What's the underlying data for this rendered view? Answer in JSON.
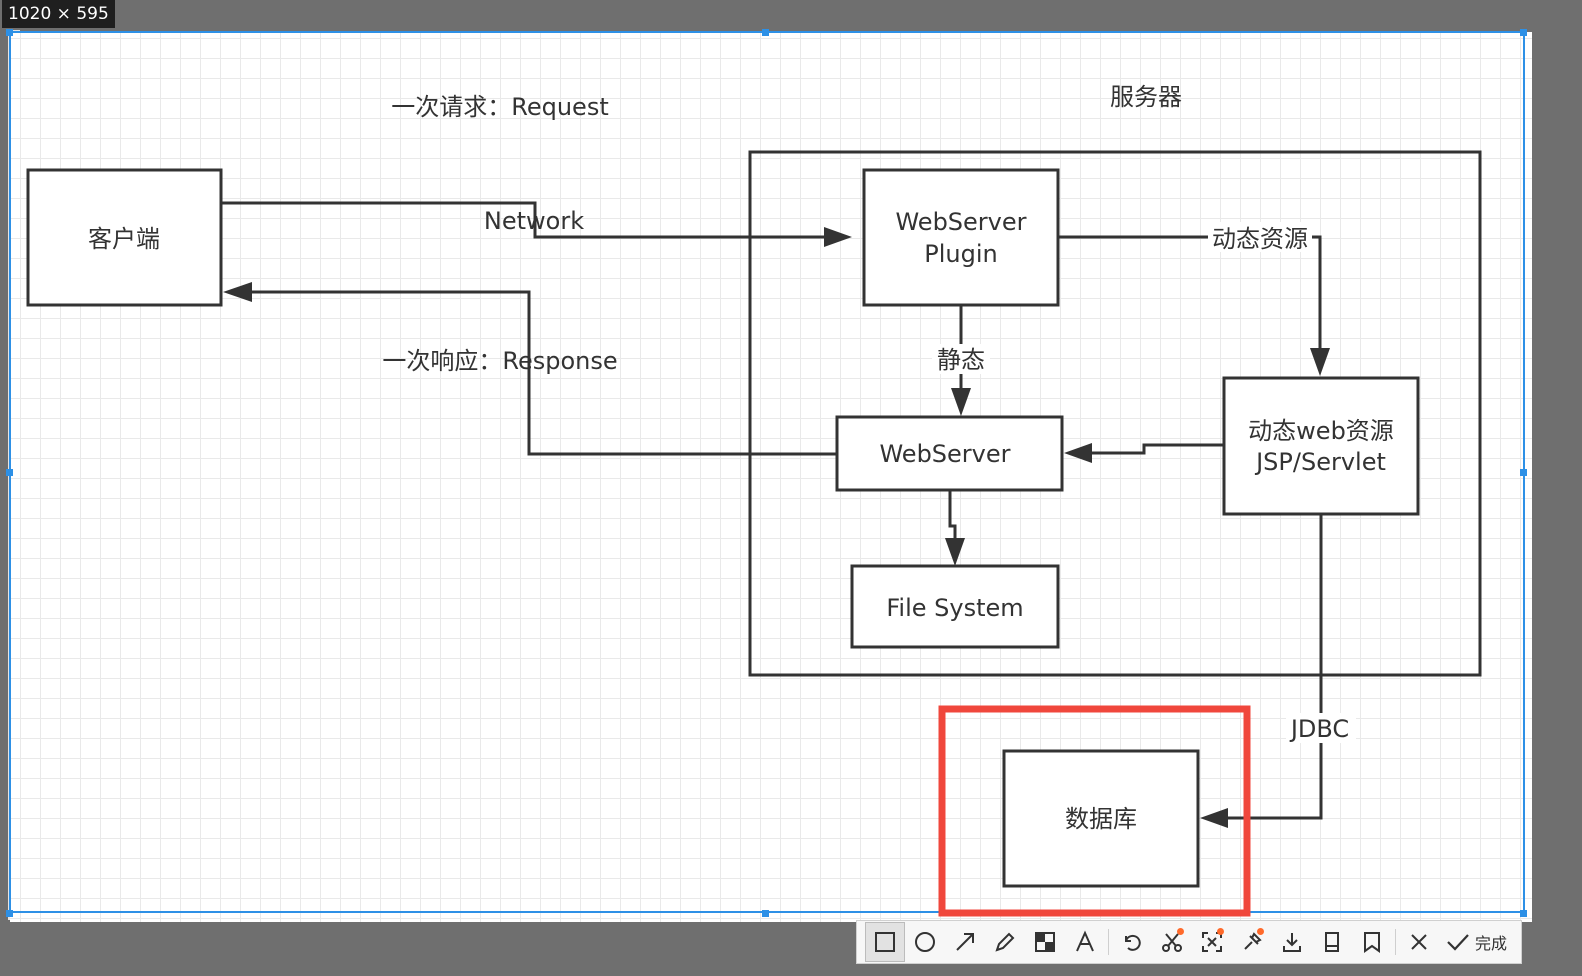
{
  "size_badge": "1020 × 595",
  "diagram": {
    "request_label": "一次请求：Request",
    "server_title": "服务器",
    "client_label": "客户端",
    "network_label": "Network",
    "response_label": "一次响应：Response",
    "plugin_line1": "WebServer",
    "plugin_line2": "Plugin",
    "dynamic_resource_label": "动态资源",
    "static_label": "静态",
    "webserver_label": "WebServer",
    "dynamic_web_line1": "动态web资源",
    "dynamic_web_line2": "JSP/Servlet",
    "filesystem_label": "File System",
    "jdbc_label": "JDBC",
    "database_label": "数据库",
    "highlight_color": "#f0473c"
  },
  "toolbar": {
    "tools": [
      "rectangle-icon",
      "ellipse-icon",
      "arrow-icon",
      "pencil-icon",
      "mosaic-icon",
      "text-icon",
      "undo-icon",
      "scissors-icon",
      "capture-icon",
      "pin-icon",
      "download-icon",
      "save-icon",
      "bookmark-icon",
      "close-icon"
    ],
    "done_label": "完成"
  }
}
